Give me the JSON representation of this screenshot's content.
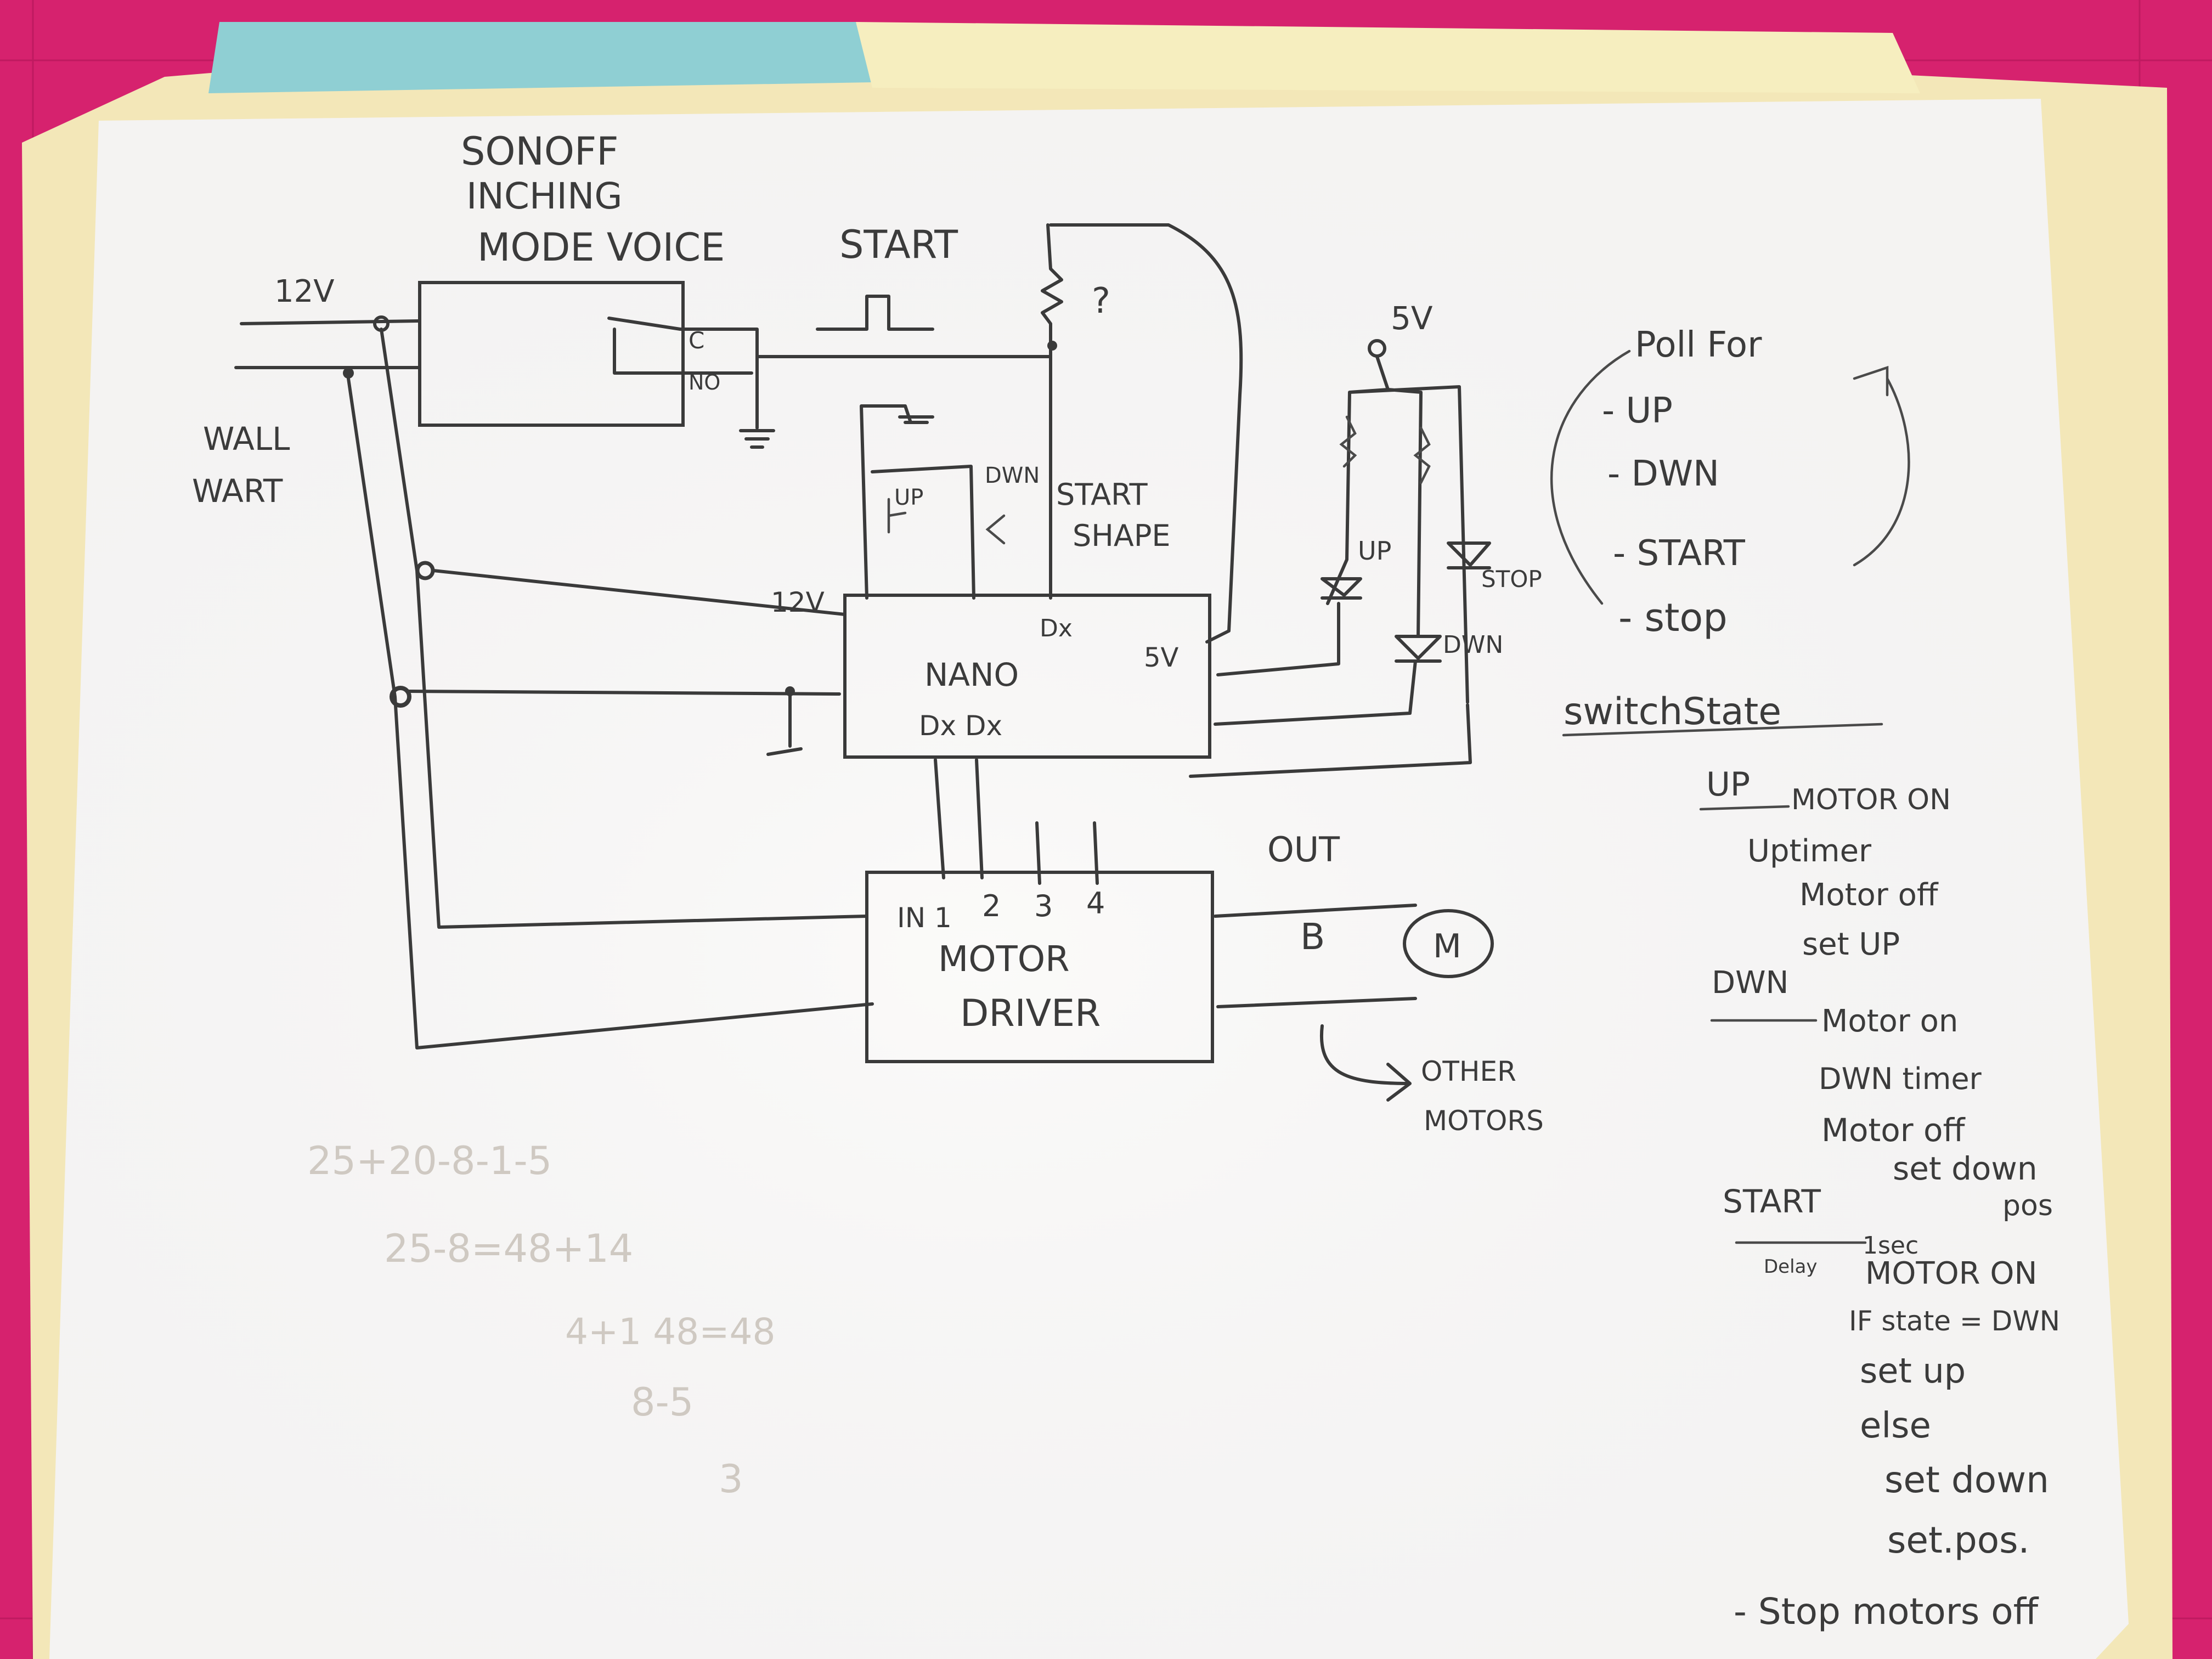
{
  "schematic": {
    "sonoff_label": [
      "SONOFF",
      "INCHING",
      "MODE VOICE"
    ],
    "relay_contacts": {
      "c": "C",
      "no": "NO"
    },
    "start_label": "START",
    "question_mark": "?",
    "supply": {
      "voltage": "12V",
      "source": [
        "WALL",
        "WART"
      ]
    },
    "nano": {
      "title": "NANO",
      "pin_12v": "12V",
      "pin_dx_top": "Dx",
      "pin_5v": "5V",
      "pins_bottom": "Dx Dx"
    },
    "buttons": {
      "up": "UP",
      "down": "DWN"
    },
    "start_shape": [
      "START",
      "SHAPE"
    ],
    "rail_5v": "5V",
    "leds": {
      "up": "UP",
      "stop": "STOP",
      "down": "DWN"
    },
    "motor_driver": {
      "inputs": [
        "IN 1",
        "2",
        "3",
        "4"
      ],
      "title": [
        "MOTOR",
        "DRIVER"
      ],
      "output_label": "OUT",
      "channel": "B",
      "motor": "M"
    },
    "other_motors": [
      "OTHER",
      "MOTORS"
    ]
  },
  "notes": {
    "poll_title": "Poll For",
    "poll_items": [
      "- UP",
      "- DWN",
      "- START",
      "- stop"
    ],
    "switch_state_title": "switchState",
    "up_heading": "UP",
    "up_steps": [
      "MOTOR ON",
      "Uptimer",
      "Motor off",
      "set UP"
    ],
    "dwn_heading": "DWN",
    "dwn_steps": [
      "Motor on",
      "DWN timer",
      "Motor off",
      "set down",
      "pos"
    ],
    "start_heading": "START",
    "start_delay": "Delay",
    "start_steps": [
      "1sec",
      "MOTOR ON",
      "IF state = DWN",
      "set up",
      "else",
      "set down",
      "set.pos."
    ],
    "stop_line": "- Stop motors off"
  },
  "scratch_math": [
    "25+20-8-1-5",
    "25-8=48+14",
    "4+1   48=48",
    "8-5",
    "3"
  ]
}
